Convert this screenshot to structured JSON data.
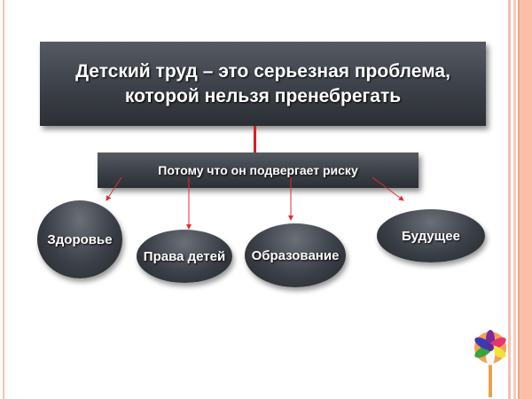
{
  "title": {
    "line1": "Детский труд – это серьезная проблема,",
    "line2": "которой нельзя пренебрегать"
  },
  "subtitle": "Потому  что он подвергает риску",
  "risks": [
    "Здоровье",
    "Права детей",
    "Образование",
    "Будущее"
  ],
  "colors": {
    "border": "#f2b7a5",
    "arrow": "#e0302a",
    "box": "#3a3e46"
  }
}
